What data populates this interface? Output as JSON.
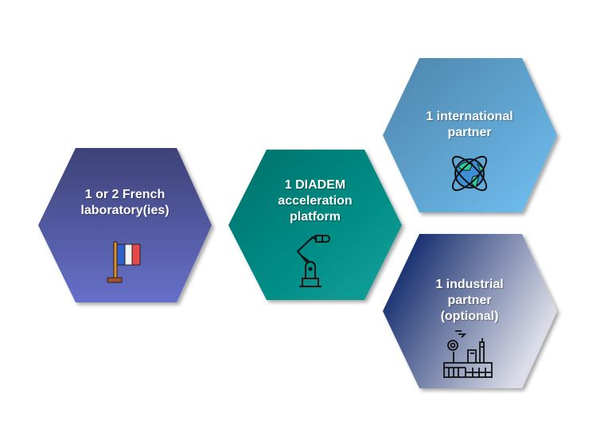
{
  "hexagons": [
    {
      "id": "french-lab",
      "lines": [
        "1 or 2 French",
        "laboratory(ies)"
      ],
      "icon": "france-flag-icon",
      "colors": [
        "#3d4277",
        "#6670c9"
      ]
    },
    {
      "id": "diadem-platform",
      "lines": [
        "1 DIADEM",
        "acceleration",
        "platform"
      ],
      "icon": "robotic-arm-icon",
      "colors": [
        "#03706a",
        "#08a39b"
      ]
    },
    {
      "id": "international-partner",
      "lines": [
        "1 international",
        "partner"
      ],
      "icon": "globe-orbit-icon",
      "colors": [
        "#4d84aa",
        "#70c0f2"
      ]
    },
    {
      "id": "industrial-partner",
      "lines": [
        "1 industrial",
        "partner",
        "(optional)"
      ],
      "icon": "factory-icon",
      "colors": [
        "#0a2468",
        "#dcdde8"
      ]
    }
  ]
}
